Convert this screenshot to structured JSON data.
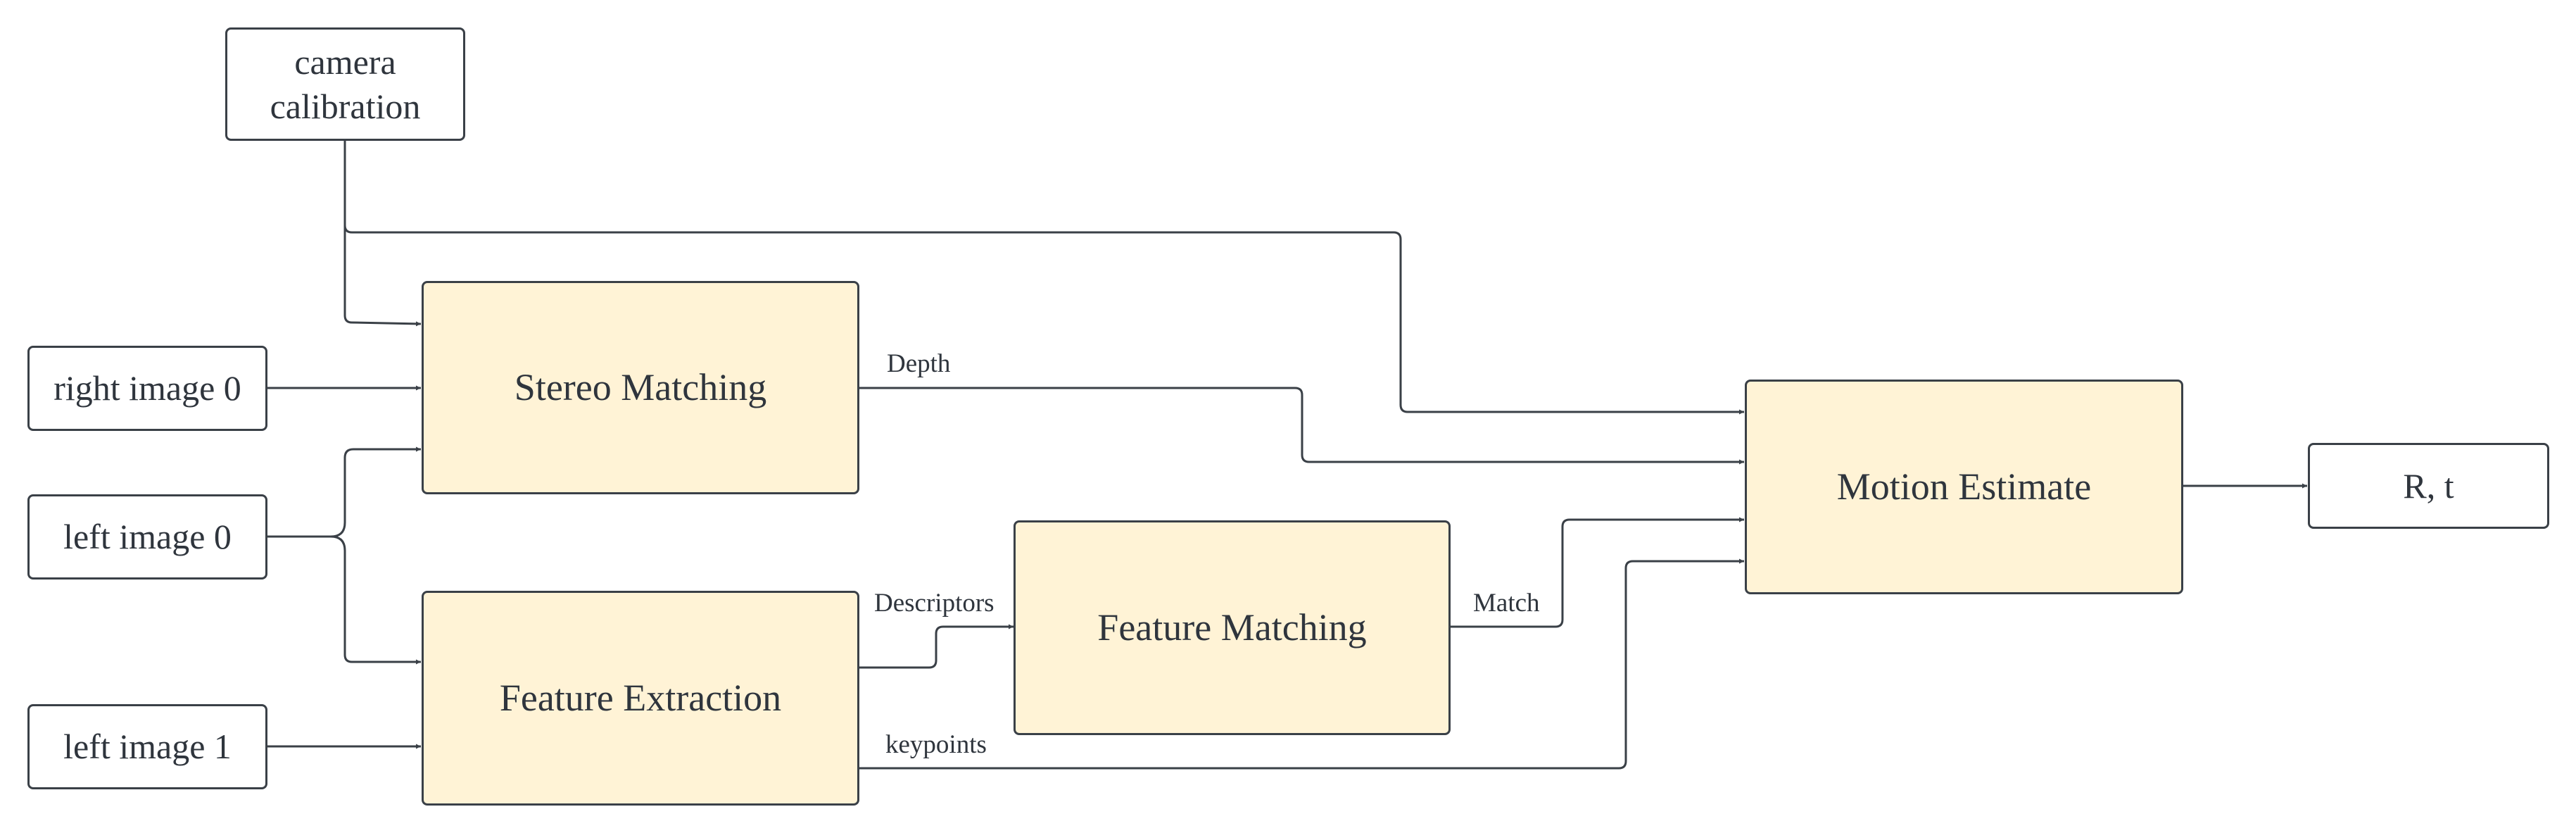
{
  "nodes": {
    "camera_calibration": {
      "line1": "camera",
      "line2": "calibration"
    },
    "right_image_0": "right image 0",
    "left_image_0": "left image 0",
    "left_image_1": "left image 1",
    "stereo_matching": "Stereo Matching",
    "feature_extraction": "Feature Extraction",
    "feature_matching": "Feature Matching",
    "motion_estimate": "Motion Estimate",
    "output": "R, t"
  },
  "edge_labels": {
    "depth": "Depth",
    "descriptors": "Descriptors",
    "keypoints": "keypoints",
    "match": "Match"
  },
  "colors": {
    "process_fill": "#fff3d6",
    "stroke": "#3a4047",
    "text": "#2f353d"
  }
}
